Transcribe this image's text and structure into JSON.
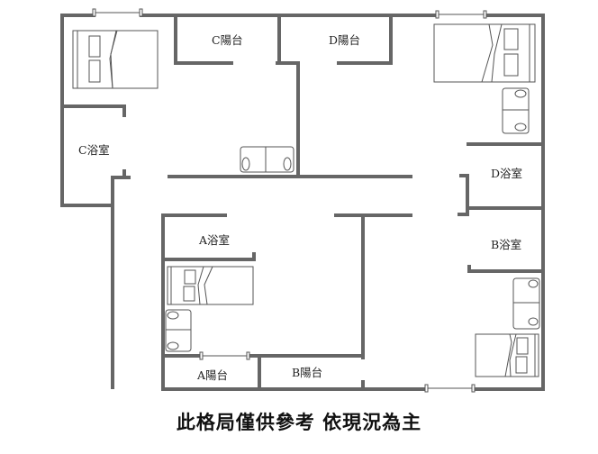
{
  "diagram": {
    "type": "floor-plan",
    "wall_color": "#666666",
    "furniture_color": "#555555",
    "rooms": [
      {
        "id": "c-balcony",
        "label": "C陽台"
      },
      {
        "id": "d-balcony",
        "label": "D陽台"
      },
      {
        "id": "c-bathroom",
        "label": "C浴室"
      },
      {
        "id": "d-bathroom",
        "label": "D浴室"
      },
      {
        "id": "a-bathroom",
        "label": "A浴室"
      },
      {
        "id": "b-bathroom",
        "label": "B浴室"
      },
      {
        "id": "a-balcony",
        "label": "A陽台"
      },
      {
        "id": "b-balcony",
        "label": "B陽台"
      }
    ],
    "caption": "此格局僅供參考 依現況為主"
  }
}
